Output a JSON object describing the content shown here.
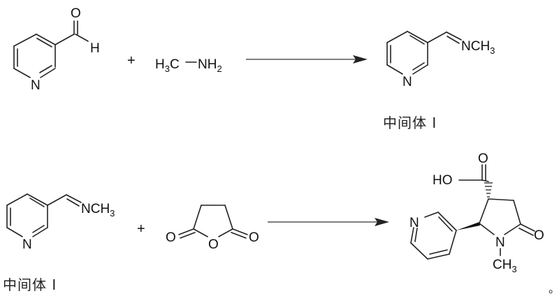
{
  "reaction1": {
    "reactant1": {
      "name": "nicotinaldehyde",
      "atoms": {
        "O": "O",
        "H": "H",
        "N": "N"
      }
    },
    "plus": "+",
    "reactant2": {
      "H3C_main": "H",
      "H3C_sub": "3",
      "H3C_C": "C",
      "NH2_main": "NH",
      "NH2_sub": "2"
    },
    "product": {
      "N_ring": "N",
      "imine_main": "NCH",
      "imine_sub": "3",
      "label": "中间体 I"
    }
  },
  "reaction2": {
    "reactant1": {
      "N_ring": "N",
      "imine_main": "NCH",
      "imine_sub": "3",
      "label": "中间体 I"
    },
    "plus": "+",
    "reactant2": {
      "name": "succinic anhydride",
      "O_left": "O",
      "O_ring": "O",
      "O_right": "O"
    },
    "product": {
      "HO": "HO",
      "O_carbonyl": "O",
      "N_pyridine": "N",
      "N_lactam": "N",
      "O_lactam": "O",
      "CH3_main": "CH",
      "CH3_sub": "3"
    }
  },
  "end_mark": "。"
}
